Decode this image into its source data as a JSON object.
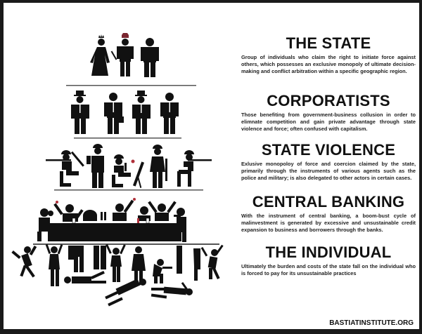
{
  "sections": [
    {
      "title": "THE STATE",
      "body": "Group of individuals who claim the right to initiate force against others, which possesses an exclusive monopoly of ultimate decision-making and conflict arbitration within a specific geographic region."
    },
    {
      "title": "CORPORATISTS",
      "body": "Those benefiting from government-business collusion in order to elimnate competition and gain private advantage through state violence and force; often confused with capitalism."
    },
    {
      "title": "STATE VIOLENCE",
      "body": "Exlusive monopoloy of force and coercion claimed by the state, primarily through the instruments of various agents such as the police and military; is also delegated to other actors in certain cases."
    },
    {
      "title": "CENTRAL BANKING",
      "body": "With the instrument of central banking, a boom-bust cycle of malinvestment is generated by excessive and unsustainable credit expansion to business and borrowers through the banks."
    },
    {
      "title": "THE INDIVIDUAL",
      "body": "Ultimately the burden and costs of the state fall on the individual who is forced to pay for its unsustainable practices"
    }
  ],
  "footer": {
    "credit": "BASTIATINSTITUTE.ORG"
  },
  "pyramid": {
    "tiers": [
      {
        "name": "the-state",
        "figures": [
          "queen",
          "king",
          "official"
        ]
      },
      {
        "name": "corporatists",
        "figures": [
          "top-hat-businessman",
          "businessman-briefcase",
          "top-hat-businessman",
          "businessman"
        ]
      },
      {
        "name": "state-violence",
        "figures": [
          "kneeling-rifleman",
          "standing-soldier-rifle",
          "kneeling-soldier-drink",
          "mortar",
          "female-soldier-rifle",
          "kneeling-rifleman"
        ]
      },
      {
        "name": "central-banking",
        "figures": [
          "banquet-table-feasters"
        ]
      },
      {
        "name": "the-individual",
        "figures": [
          "crushed-crowd"
        ]
      }
    ],
    "colors": {
      "figure": "#111111",
      "accent": "#b0303a"
    }
  }
}
